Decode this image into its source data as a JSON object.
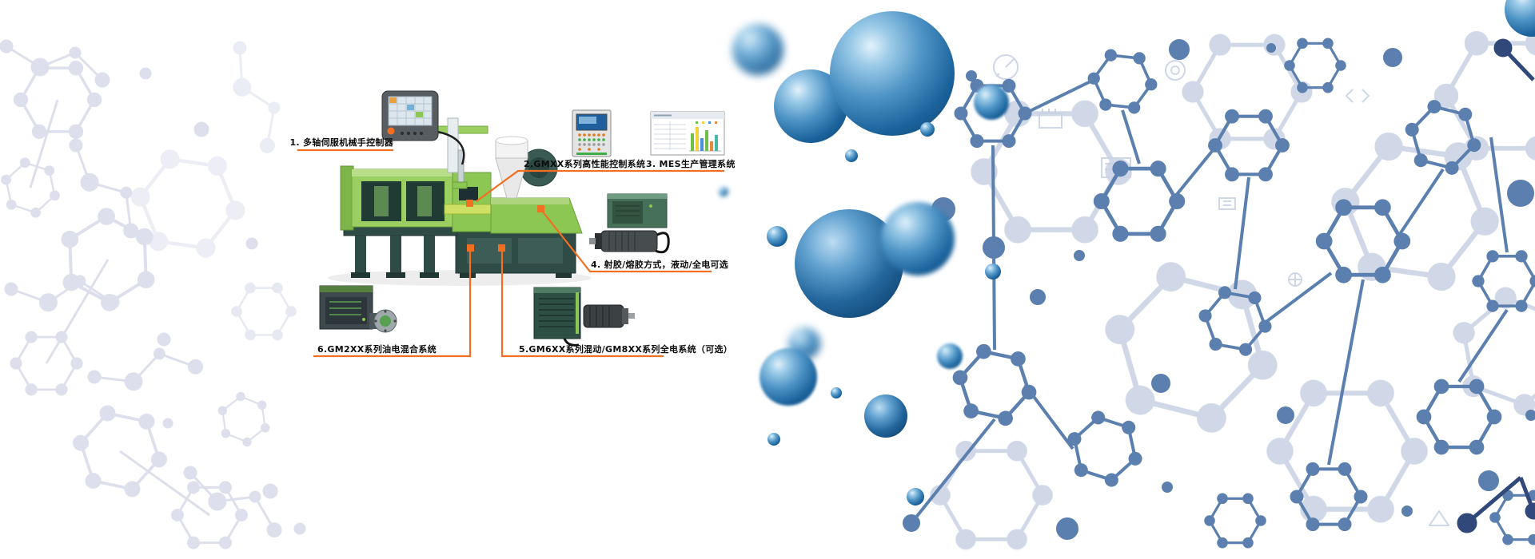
{
  "callouts": [
    {
      "label": "1. 多轴伺服机械手控制器"
    },
    {
      "label": "2.GMXX系列高性能控制系统"
    },
    {
      "label": "3. MES生产管理系统"
    },
    {
      "label": "4. 射胶/熔胶方式，液动/全电可选"
    },
    {
      "label": "5.GM6XX系列混动/GM8XX系列全电系统（可选）"
    },
    {
      "label": "6.GM2XX系列油电混合系统"
    }
  ],
  "colors": {
    "accent_orange": "#f26f21",
    "machine_green": "#8cc653",
    "machine_dark": "#2f4b46",
    "molecule_steel_blue": "#5b7fae",
    "molecule_light_lavender": "#d7dbe9",
    "sphere_blue": "#1b639c"
  }
}
